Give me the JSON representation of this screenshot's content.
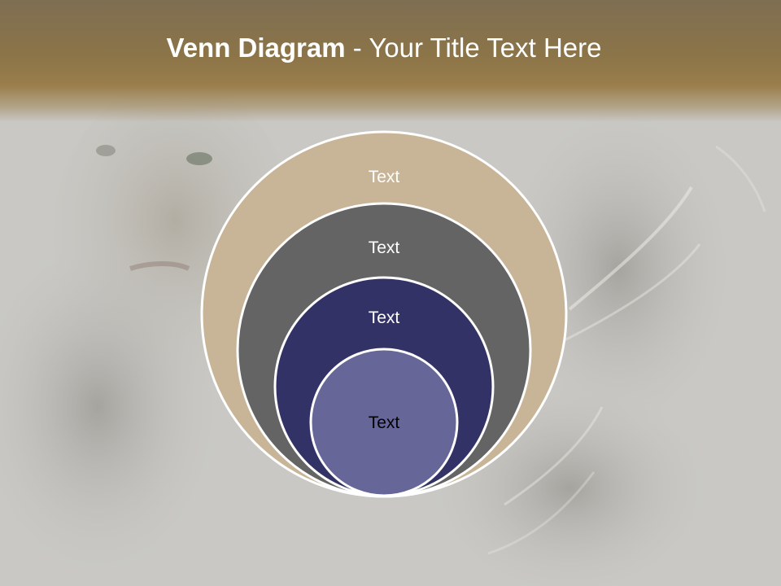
{
  "slide": {
    "title_bold": "Venn Diagram",
    "title_rest": " - Your Title Text Here"
  },
  "diagram": {
    "type": "nested-venn",
    "layers": [
      {
        "label": "Text",
        "fill": "#c8b496",
        "text_color": "#ffffff"
      },
      {
        "label": "Text",
        "fill": "#646464",
        "text_color": "#ffffff"
      },
      {
        "label": "Text",
        "fill": "#323266",
        "text_color": "#ffffff"
      },
      {
        "label": "Text",
        "fill": "#666699",
        "text_color": "#000000"
      }
    ],
    "outline_color": "#ffffff"
  },
  "colors": {
    "header": "#8b7448",
    "background": "#c9c8c4"
  }
}
